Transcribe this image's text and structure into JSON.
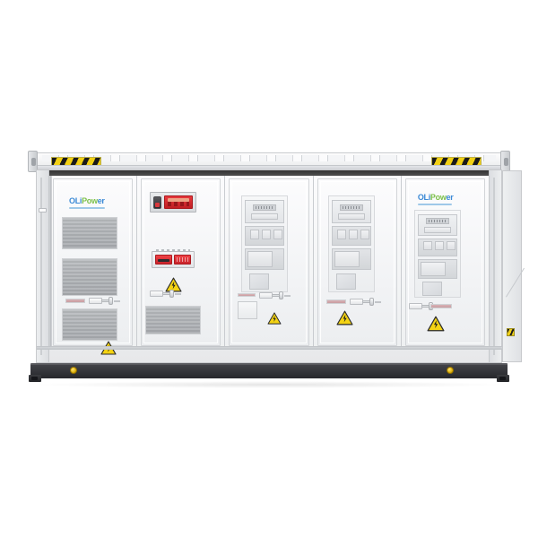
{
  "product": {
    "type": "battery-energy-storage-container",
    "brand_logo_text": "OLiPower",
    "brand_logo_part1": "OLi",
    "brand_logo_part2": "Pow",
    "brand_logo_part3": "er",
    "background_color": "#ffffff",
    "shell_color": "#f2f3f5",
    "base_color": "#34353a",
    "hazard_yellow": "#f2d014",
    "hazard_black": "#1a1a1a",
    "accent_red": "#d8383c",
    "warning_yellow": "#f4d313",
    "logo_blue": "#3c8ad6",
    "logo_green": "#7cc04a"
  },
  "roof": {
    "name": "container-roof",
    "hazard_left_label": "hazard-stripe-left",
    "hazard_right_label": "hazard-stripe-right",
    "rib_count": 18
  },
  "bays": [
    {
      "id": "bay-1",
      "name": "louver-door-bay",
      "logo": true,
      "louvers": 3,
      "handle": true,
      "label_strip": true,
      "warning_triangle": true
    },
    {
      "id": "bay-2",
      "name": "control-panel-bay",
      "control_panel": {
        "name": "hmi-control-panel",
        "estop_label": "emergency-stop",
        "screen_label": "display-screen",
        "button_row_label": "button-row"
      },
      "alarm_box": {
        "name": "fire-alarm-box",
        "slot_left_label": "alarm-switch",
        "slot_right_label": "alarm-indicator"
      },
      "warning_triangle": true,
      "handle": true,
      "access_panel": true
    },
    {
      "id": "bay-3",
      "name": "equipment-rack-bay-left",
      "rack": true,
      "meter": true,
      "breaker": true,
      "sq_window": true,
      "handle": true,
      "label_strip": true,
      "warning_triangle": true,
      "plate_box": true
    },
    {
      "id": "bay-4",
      "name": "equipment-rack-bay-middle",
      "rack": true,
      "meter": true,
      "breaker": true,
      "sq_window": true,
      "handle": true,
      "label_strip": true,
      "warning_triangle": true
    },
    {
      "id": "bay-5",
      "name": "equipment-rack-bay-right",
      "logo": true,
      "rack": true,
      "meter": true,
      "breaker": true,
      "sq_window": true,
      "handle": true,
      "label_strip": true,
      "warning_triangle": true
    }
  ],
  "base": {
    "name": "container-base-skid",
    "left_marker_label": "yellow-lock-marker-left",
    "right_marker_label": "yellow-lock-marker-right",
    "foot_left_label": "corner-foot-left",
    "foot_right_label": "corner-foot-right"
  },
  "side": {
    "name": "right-side-wall",
    "hazard_plate_label": "side-hazard-plate"
  },
  "icons": {
    "warning_triangle": "electrical-hazard-icon",
    "hazard_stripe": "hazard-stripe-icon",
    "door_handle": "door-handle-icon",
    "emergency_stop": "emergency-stop-icon"
  }
}
